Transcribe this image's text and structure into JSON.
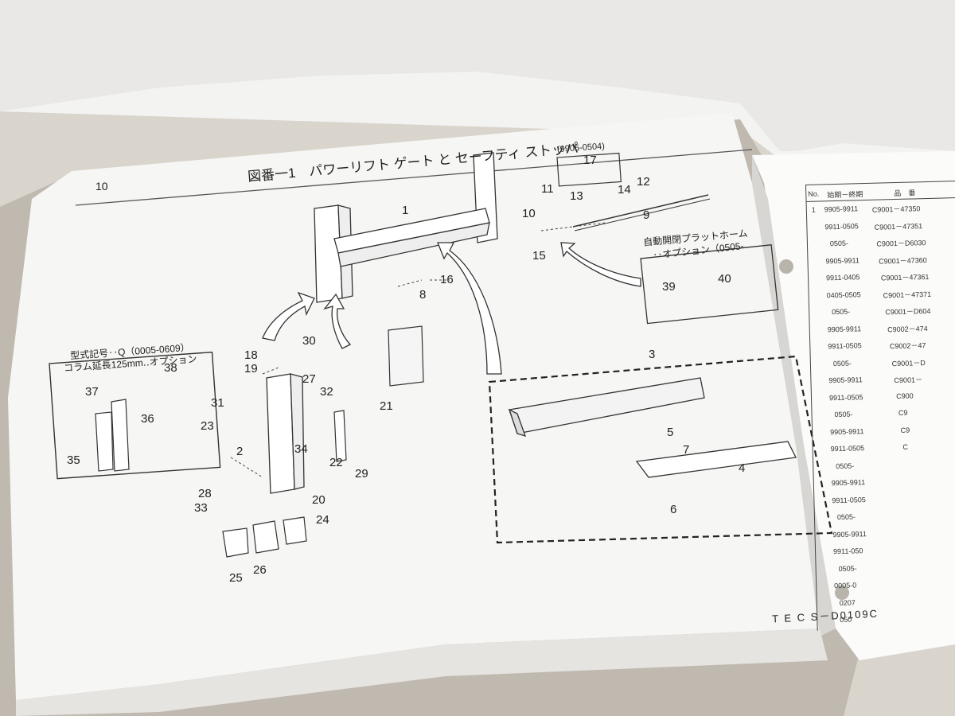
{
  "page": {
    "page_number": "10",
    "title": "図番一1　パワーリフト ゲート と セーフティ ストッパ",
    "drawing_code": "T E C S－D0109C"
  },
  "insets": {
    "option_q": {
      "line1": "型式記号‥Q（0005-0609）",
      "line2": "コラム延長125mm‥オプション"
    },
    "auto_platform": {
      "line1": "自動開閉プラットホーム",
      "line2": "‥オプション（0505-"
    },
    "date_note": "(9905-0504)"
  },
  "callouts": [
    "1",
    "2",
    "3",
    "4",
    "5",
    "6",
    "7",
    "8",
    "9",
    "10",
    "11",
    "12",
    "13",
    "14",
    "15",
    "16",
    "17",
    "18",
    "19",
    "20",
    "21",
    "22",
    "23",
    "24",
    "25",
    "26",
    "27",
    "28",
    "29",
    "30",
    "31",
    "32",
    "33",
    "34",
    "35",
    "36",
    "37",
    "38",
    "39",
    "40"
  ],
  "table": {
    "headers": [
      "No.",
      "始期－終期",
      "品　番"
    ],
    "first_no": "1",
    "rows": [
      {
        "period": "9905-9911",
        "part": "C9001－47350"
      },
      {
        "period": "9911-0505",
        "part": "C9001－47351"
      },
      {
        "period": "0505-",
        "part": "C9001－D6030"
      },
      {
        "period": "9905-9911",
        "part": "C9001－47360"
      },
      {
        "period": "9911-0405",
        "part": "C9001－47361"
      },
      {
        "period": "0405-0505",
        "part": "C9001－47371"
      },
      {
        "period": "0505-",
        "part": "C9001－D604"
      },
      {
        "period": "9905-9911",
        "part": "C9002－474"
      },
      {
        "period": "9911-0505",
        "part": "C9002－47"
      },
      {
        "period": "0505-",
        "part": "C9001－D"
      },
      {
        "period": "9905-9911",
        "part": "C9001－"
      },
      {
        "period": "9911-0505",
        "part": "C900"
      },
      {
        "period": "0505-",
        "part": "C9"
      },
      {
        "period": "9905-9911",
        "part": "C9"
      },
      {
        "period": "9911-0505",
        "part": "C"
      },
      {
        "period": "0505-",
        "part": ""
      },
      {
        "period": "9905-9911",
        "part": ""
      },
      {
        "period": "9911-0505",
        "part": ""
      },
      {
        "period": "0505-",
        "part": ""
      },
      {
        "period": "9905-9911",
        "part": ""
      },
      {
        "period": "9911-050",
        "part": ""
      },
      {
        "period": "0505-",
        "part": ""
      },
      {
        "period": "0005-0",
        "part": ""
      },
      {
        "period": "0207",
        "part": ""
      },
      {
        "period": "050",
        "part": ""
      }
    ]
  }
}
